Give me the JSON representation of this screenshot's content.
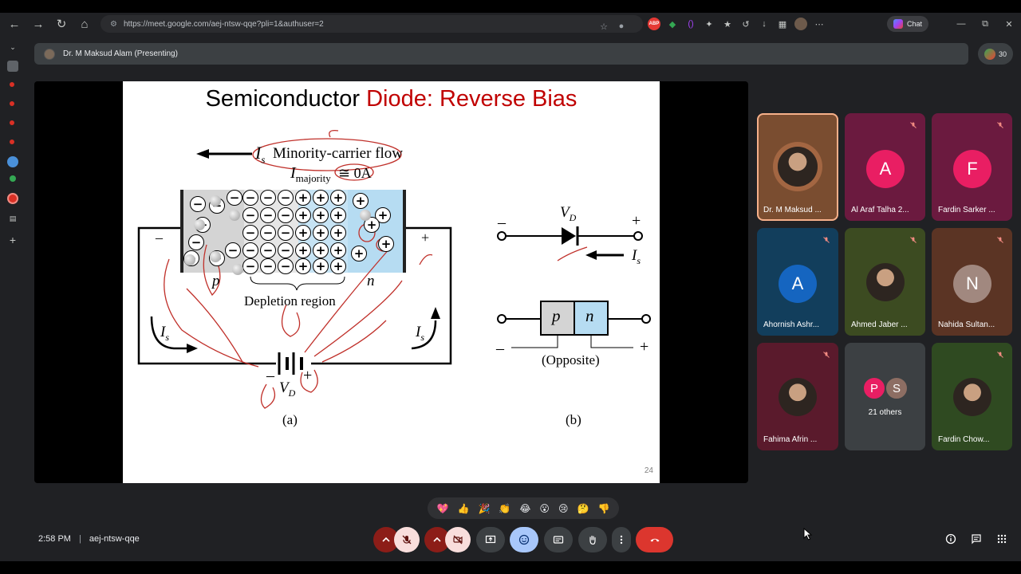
{
  "browser": {
    "url": "https://meet.google.com/aej-ntsw-qqe?pli=1&authuser=2",
    "chat_label": "Chat"
  },
  "meet": {
    "presenter_label": "Dr. M Maksud Alam (Presenting)",
    "participant_count": "30",
    "time": "2:58 PM",
    "meeting_code": "aej-ntsw-qqe"
  },
  "slide": {
    "title_black": "Semiconductor ",
    "title_red": "Diode: Reverse Bias",
    "page_number": "24",
    "labels": {
      "is_minority": "I",
      "is_sub": "s",
      "minority_flow": "Minority-carrier flow",
      "i_majority": "I",
      "majority_sub": "majority",
      "approx_zero": "≅ 0A",
      "p_label": "p",
      "n_label": "n",
      "depletion": "Depletion region",
      "left_is": "I",
      "left_is_sub": "s",
      "right_is": "I",
      "right_is_sub": "s",
      "vd_a": "V",
      "vd_a_sub": "D",
      "caption_a": "(a)",
      "vd_b": "V",
      "vd_b_sub": "D",
      "is_b": "I",
      "is_b_sub": "s",
      "p_block": "p",
      "n_block": "n",
      "opposite": "(Opposite)",
      "caption_b": "(b)",
      "minus": "–",
      "plus": "+"
    },
    "colors": {
      "title_red": "#c00000",
      "p_region": "#d4d4d4",
      "n_region": "#b6dcf2",
      "annotation": "#c0302a"
    }
  },
  "participants": [
    {
      "name": "Dr. M Maksud ...",
      "type": "photo",
      "bg": "#7a4d30",
      "muted": false,
      "active": true
    },
    {
      "name": "Al Araf Talha 2...",
      "type": "letter",
      "letter": "A",
      "bg": "#6b1a3f",
      "avatar": "#e91e63",
      "muted": true
    },
    {
      "name": "Fardin Sarker ...",
      "type": "letter",
      "letter": "F",
      "bg": "#6b1a3f",
      "avatar": "#e91e63",
      "muted": true
    },
    {
      "name": "Ahornish Ashr...",
      "type": "letter",
      "letter": "A",
      "bg": "#123e5c",
      "avatar": "#1565c0",
      "muted": true
    },
    {
      "name": "Ahmed Jaber ...",
      "type": "photo",
      "bg": "#3c4b21",
      "muted": true
    },
    {
      "name": "Nahida Sultan...",
      "type": "letter",
      "letter": "N",
      "bg": "#5b3424",
      "avatar": "#a1887f",
      "muted": true
    },
    {
      "name": "Fahima Afrin ...",
      "type": "photo",
      "bg": "#5a1a2c",
      "muted": true
    },
    {
      "name": "21 others",
      "type": "others",
      "letters": [
        "P",
        "S"
      ]
    },
    {
      "name": "Fardin Chow...",
      "type": "photo",
      "bg": "#2f4a21",
      "muted": true
    }
  ],
  "reactions": [
    "💖",
    "👍",
    "🎉",
    "👏",
    "😂",
    "😮",
    "😢",
    "🤔",
    "👎"
  ],
  "icons": {
    "back": "arrow-left-icon",
    "forward": "arrow-right-icon",
    "reload": "reload-icon",
    "home": "home-icon"
  }
}
